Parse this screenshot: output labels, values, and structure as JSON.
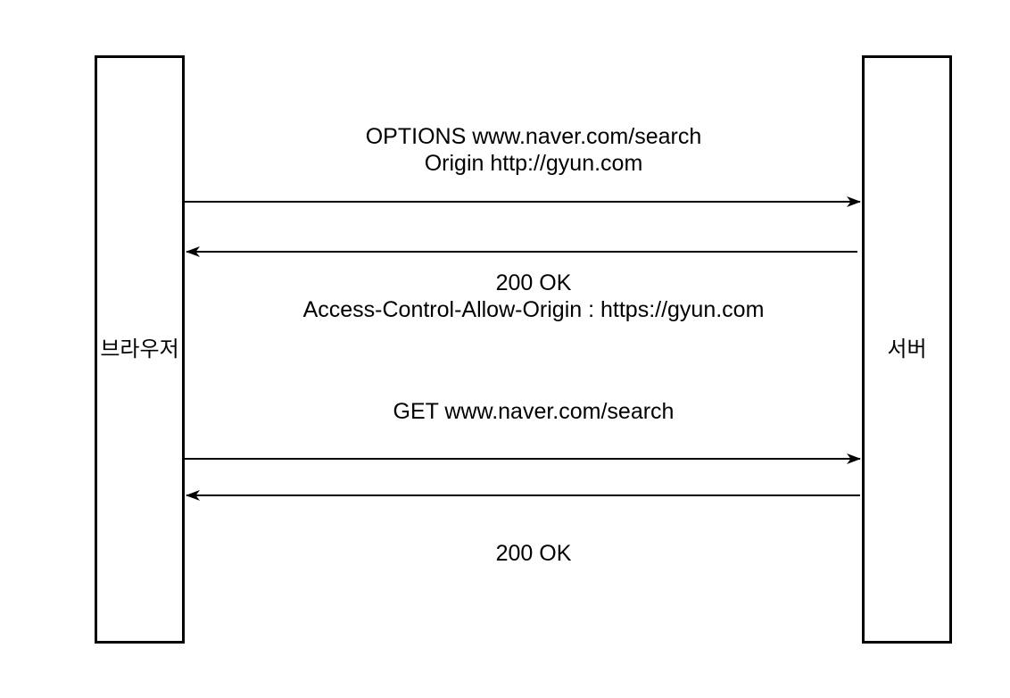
{
  "actors": {
    "browser": {
      "label": "브라우저"
    },
    "server": {
      "label": "서버"
    }
  },
  "messages": [
    {
      "name": "preflight-request",
      "from": "browser",
      "to": "server",
      "lines": [
        "OPTIONS www.naver.com/search",
        "Origin http://gyun.com"
      ]
    },
    {
      "name": "preflight-response",
      "from": "server",
      "to": "browser",
      "lines": [
        "200 OK",
        "Access-Control-Allow-Origin : https://gyun.com"
      ]
    },
    {
      "name": "actual-request",
      "from": "browser",
      "to": "server",
      "lines": [
        "GET www.naver.com/search"
      ]
    },
    {
      "name": "actual-response",
      "from": "server",
      "to": "browser",
      "lines": [
        "200 OK"
      ]
    }
  ],
  "colors": {
    "background": "#ffffff",
    "line": "#000000",
    "text": "#000000"
  }
}
